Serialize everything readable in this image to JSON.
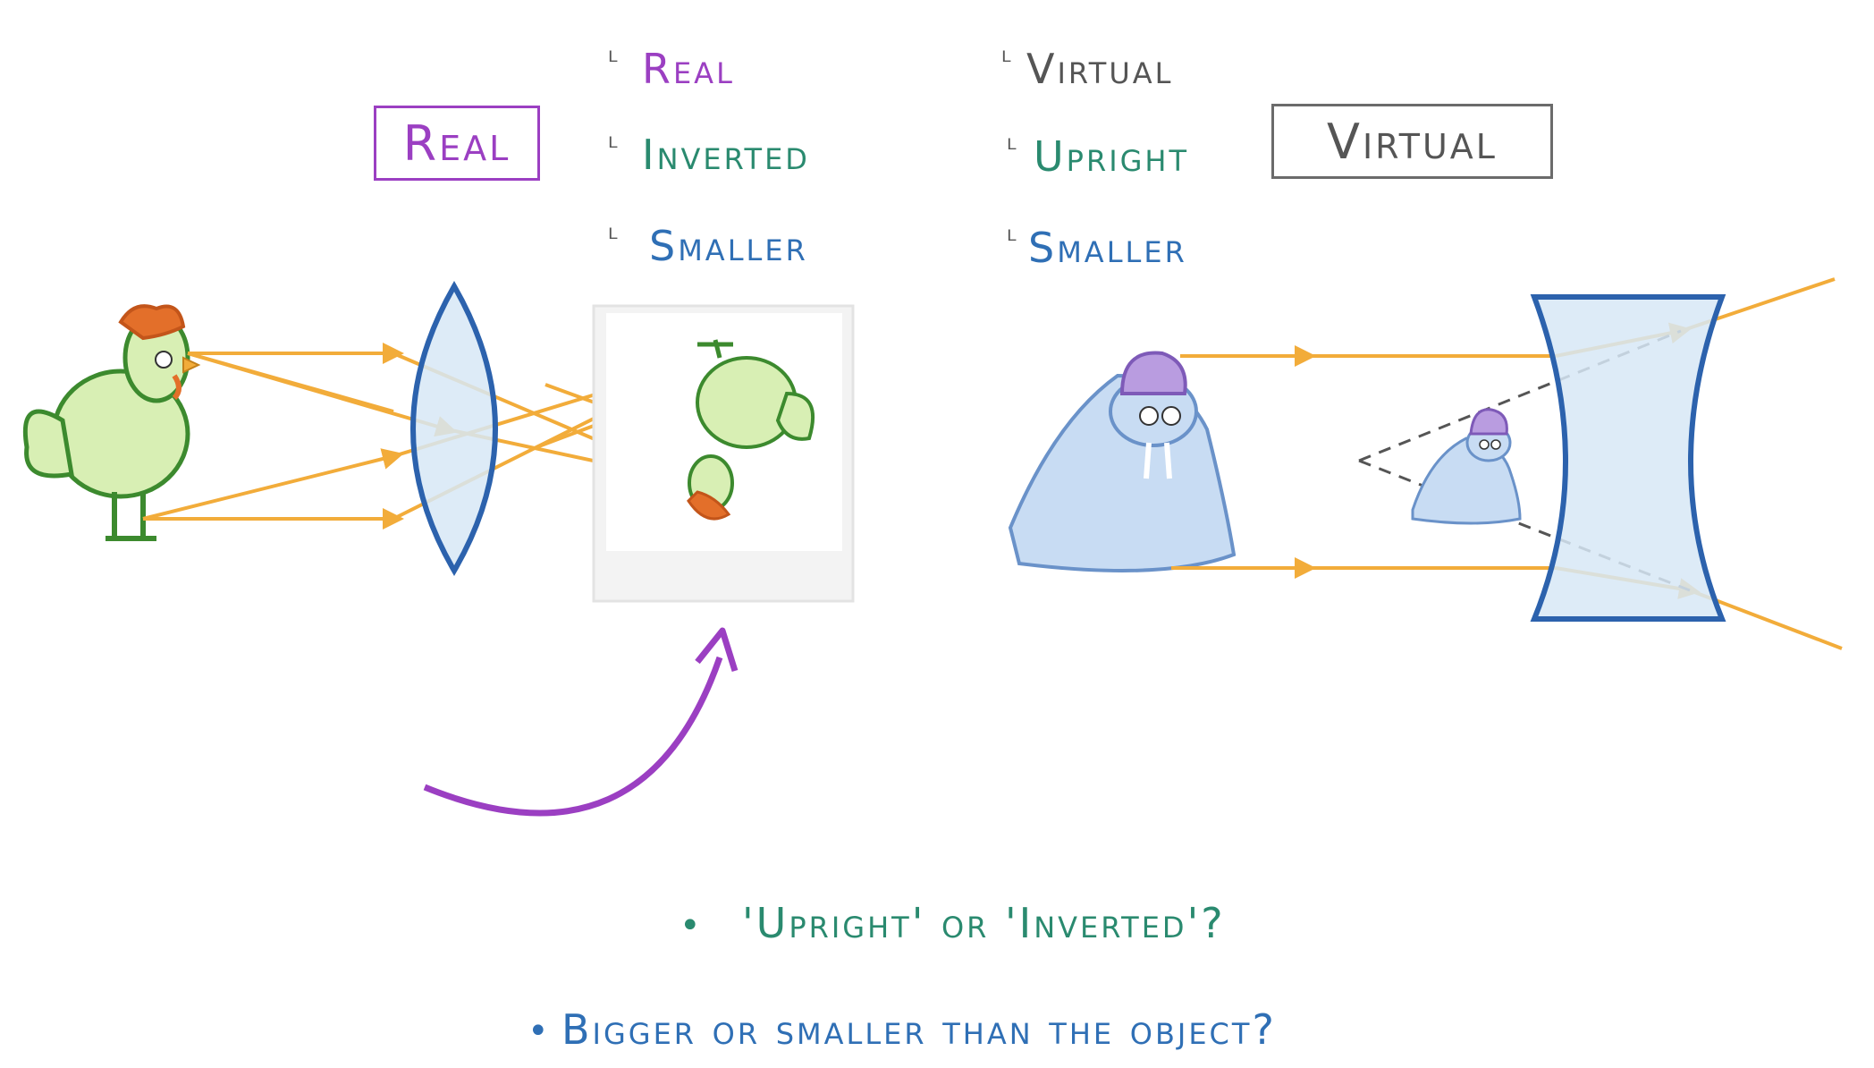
{
  "real_box": {
    "label": "Real"
  },
  "virtual_box": {
    "label": "Virtual"
  },
  "real_properties": [
    "Real",
    "Inverted",
    "Smaller"
  ],
  "virtual_properties": [
    "Virtual",
    "Upright",
    "Smaller"
  ],
  "questions": [
    "'Upright' or 'Inverted'?",
    "Bigger or smaller than the object?"
  ],
  "colors": {
    "purple": "#9b3fc2",
    "teal": "#2a8a6f",
    "blue": "#2f6fb5",
    "gray": "#555555",
    "ray": "#f2ac3a",
    "lens_fill": "#d7e8f6",
    "lens_stroke": "#2c62ad"
  },
  "icons": [
    "converging-lens-icon",
    "diverging-lens-icon",
    "chicken-icon",
    "walrus-icon",
    "screen-icon"
  ]
}
